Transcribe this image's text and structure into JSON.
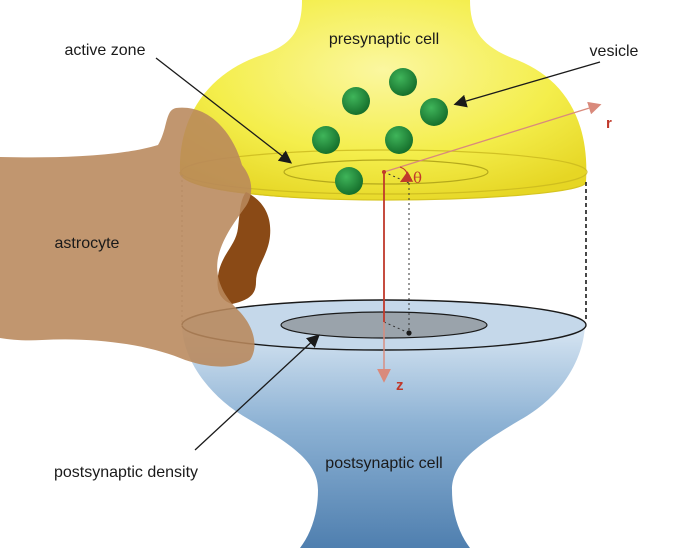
{
  "labels": {
    "presynaptic": "presynaptic cell",
    "vesicle": "vesicle",
    "active_zone": "active zone",
    "astrocyte": "astrocyte",
    "postsynaptic_density": "postsynaptic density",
    "postsynaptic": "postsynaptic cell",
    "axis_r": "r",
    "axis_z": "z",
    "angle": "θ"
  },
  "colors": {
    "presynaptic_fill": "#f4ee4c",
    "postsynaptic_fill": "#6c98c0",
    "vesicle_fill": "#1f8c3a",
    "astrocyte_fill": "#b8875b",
    "astrocyte_dark": "#8a4a16",
    "axis": "#c0392b"
  }
}
